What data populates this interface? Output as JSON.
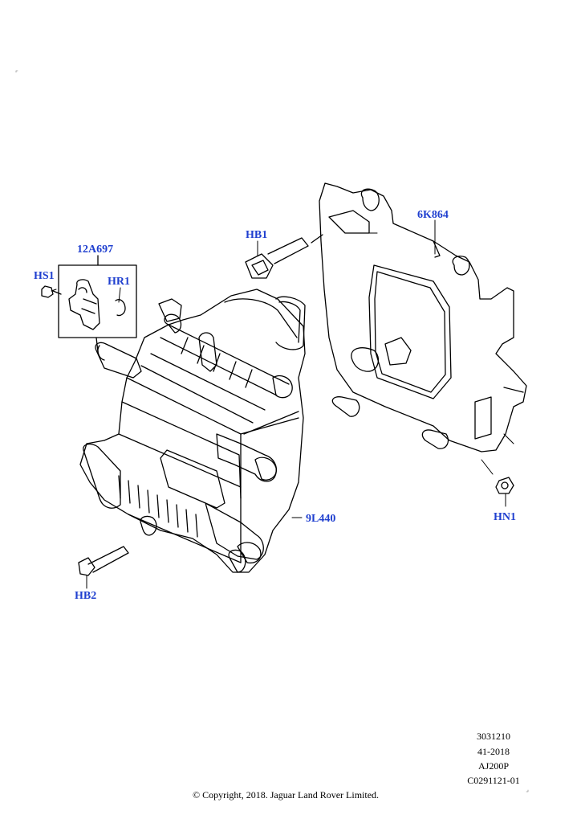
{
  "callouts": {
    "c_12a697": "12A697",
    "hs1": "HS1",
    "hr1": "HR1",
    "hb1": "HB1",
    "c_6k864": "6K864",
    "c_9l440": "9L440",
    "hn1": "HN1",
    "hb2": "HB2"
  },
  "meta": {
    "line1": "3031210",
    "line2": "41-2018",
    "line3": "AJ200P",
    "line4": "C0291121-01"
  },
  "copyright": "© Copyright, 2018. Jaguar Land Rover Limited.",
  "colors": {
    "callout": "#1f3fcf",
    "line": "#000000"
  }
}
